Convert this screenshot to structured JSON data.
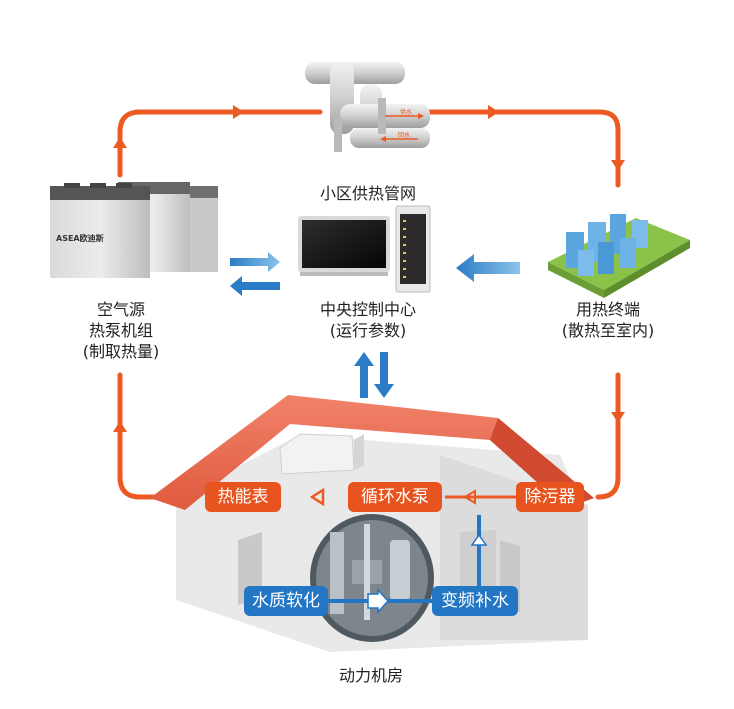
{
  "colors": {
    "flow": "#ec5a23",
    "roof": "#ea6b4e",
    "blue": "#2276c4",
    "wall": "#ececec"
  },
  "labels": {
    "pipe_network": "小区供热管网",
    "heat_pump": [
      "空气源",
      "热泵机组",
      "(制取热量)"
    ],
    "control_center": [
      "中央控制中心",
      "(运行参数)"
    ],
    "terminal": [
      "用热终端",
      "(散热至室内)"
    ],
    "plant_room": "动力机房",
    "brand": "ASEA欧迪斯",
    "pipe_labels": [
      "供水",
      "回水"
    ]
  },
  "tags": {
    "heat_meter": "热能表",
    "circulation_pump": "循环水泵",
    "dirt_separator": "除污器",
    "water_softening": "水质软化",
    "vfd_makeup": "变频补水"
  },
  "icons": [
    "heat-pump-icon",
    "pipe-network-icon",
    "monitor-icon",
    "server-rack-icon",
    "buildings-icon",
    "house-icon",
    "equipment-photo-icon"
  ]
}
